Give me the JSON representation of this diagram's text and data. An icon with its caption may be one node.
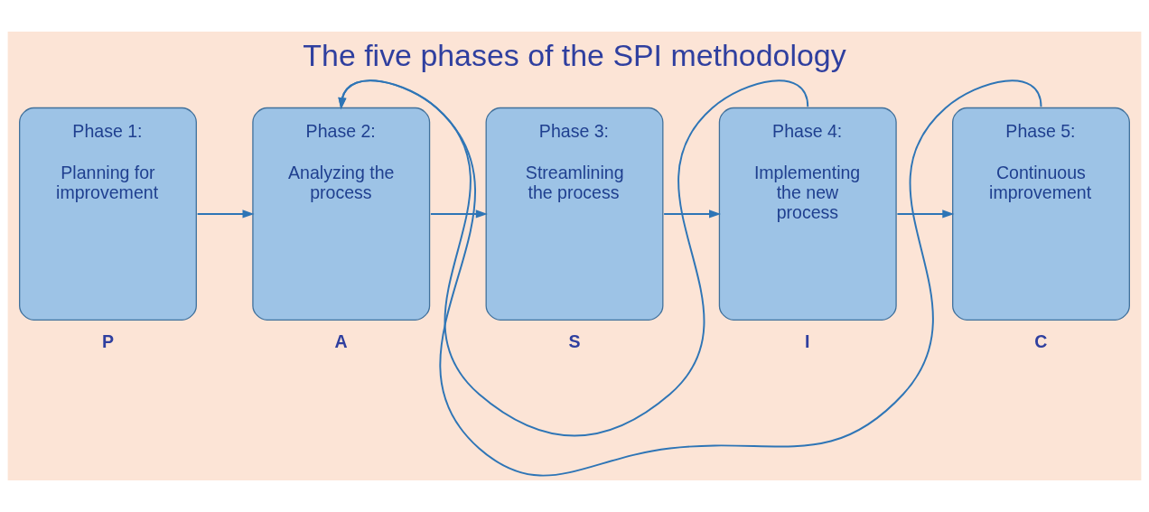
{
  "diagram": {
    "title": "The five phases of the SPI methodology",
    "nodes": [
      {
        "text": [
          "Phase 1:",
          "Planning for improvement"
        ],
        "beside": [
          "P"
        ]
      },
      {
        "text": [
          "Phase 2:",
          "Analyzing the process"
        ],
        "beside": [
          "A"
        ]
      },
      {
        "text": [
          "Phase 3:",
          "Streamlining the process"
        ],
        "beside": [
          "S"
        ]
      },
      {
        "text": [
          "Phase 4:",
          "Implementing the new process"
        ],
        "beside": [
          "I"
        ]
      },
      {
        "text": [
          "Phase 5:",
          "Continuous improvement"
        ],
        "beside": [
          "C"
        ]
      }
    ],
    "edges": [
      {
        "from": 0,
        "to": 1,
        "arrow": "to"
      },
      {
        "from": 1,
        "to": 2,
        "arrow": "to"
      },
      {
        "from": 2,
        "to": 3,
        "arrow": "to"
      },
      {
        "from": 3,
        "to": 4,
        "arrow": "to"
      },
      {
        "from": 3,
        "to": 1,
        "arrow": "to"
      },
      {
        "from": 4,
        "to": 1,
        "arrow": "to"
      }
    ]
  }
}
